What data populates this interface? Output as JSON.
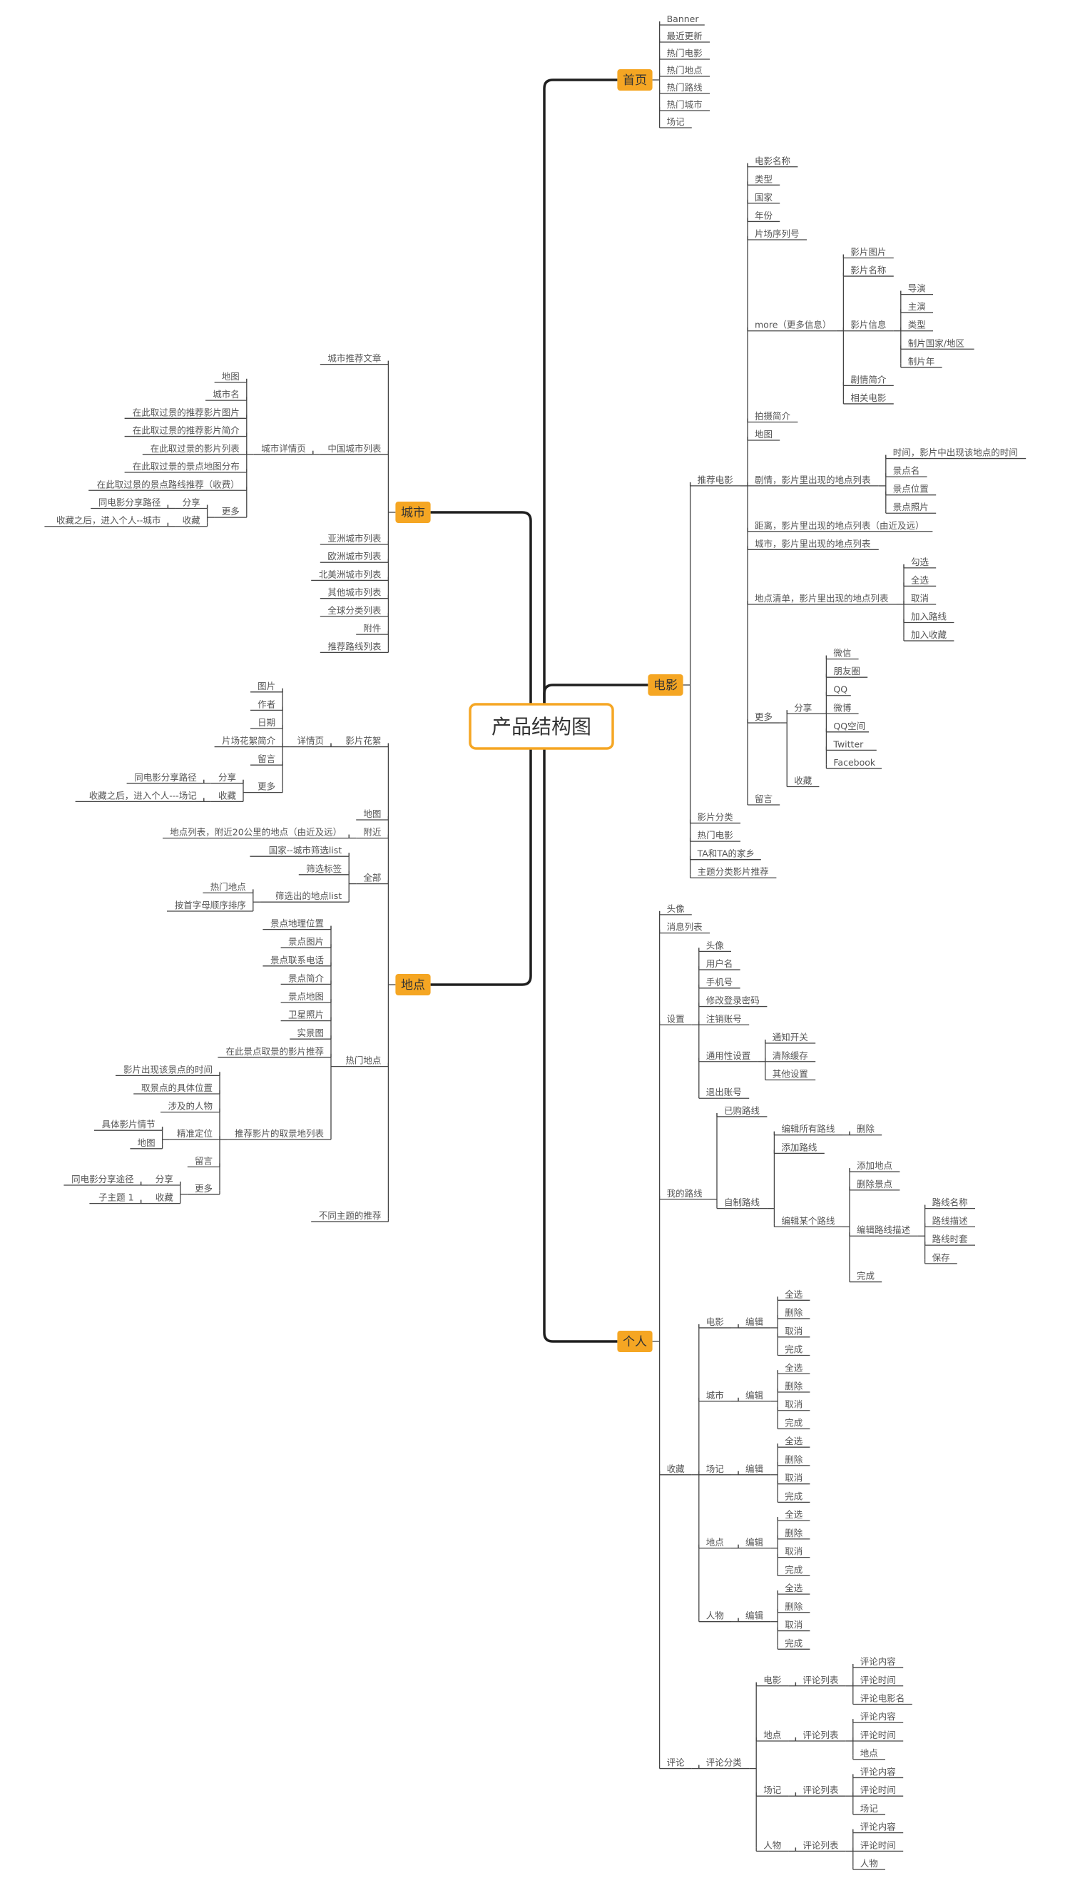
{
  "colors": {
    "accent": "#f5a623",
    "line": "#444444",
    "text": "#555555"
  },
  "root": {
    "label": "产品结构图"
  },
  "branches": [
    {
      "label": "首页",
      "children": [
        {
          "label": "Banner"
        },
        {
          "label": "最近更新"
        },
        {
          "label": "热门电影"
        },
        {
          "label": "热门地点"
        },
        {
          "label": "热门路线"
        },
        {
          "label": "热门城市"
        },
        {
          "label": "场记"
        }
      ]
    },
    {
      "label": "电影",
      "children": [
        {
          "label": "推荐电影",
          "children": [
            {
              "label": "电影名称"
            },
            {
              "label": "类型"
            },
            {
              "label": "国家"
            },
            {
              "label": "年份"
            },
            {
              "label": "片场序列号"
            },
            {
              "label": "more（更多信息）",
              "children": [
                {
                  "label": "影片图片"
                },
                {
                  "label": "影片名称"
                },
                {
                  "label": "影片信息",
                  "children": [
                    {
                      "label": "导演"
                    },
                    {
                      "label": "主演"
                    },
                    {
                      "label": "类型"
                    },
                    {
                      "label": "制片国家/地区"
                    },
                    {
                      "label": "制片年"
                    }
                  ]
                },
                {
                  "label": "剧情简介"
                },
                {
                  "label": "相关电影"
                }
              ]
            },
            {
              "label": "拍摄简介"
            },
            {
              "label": "地图"
            },
            {
              "label": "剧情，影片里出现的地点列表",
              "children": [
                {
                  "label": "时间，影片中出现该地点的时间"
                },
                {
                  "label": "景点名"
                },
                {
                  "label": "景点位置"
                },
                {
                  "label": "景点照片"
                }
              ]
            },
            {
              "label": "距离，影片里出现的地点列表（由近及远）"
            },
            {
              "label": "城市，影片里出现的地点列表"
            },
            {
              "label": "地点清单，影片里出现的地点列表",
              "children": [
                {
                  "label": "勾选"
                },
                {
                  "label": "全选"
                },
                {
                  "label": "取消"
                },
                {
                  "label": "加入路线"
                },
                {
                  "label": "加入收藏"
                }
              ]
            },
            {
              "label": "更多",
              "children": [
                {
                  "label": "分享",
                  "children": [
                    {
                      "label": "微信"
                    },
                    {
                      "label": "朋友圈"
                    },
                    {
                      "label": "QQ"
                    },
                    {
                      "label": "微博"
                    },
                    {
                      "label": "QQ空间"
                    },
                    {
                      "label": "Twitter"
                    },
                    {
                      "label": "Facebook"
                    }
                  ]
                },
                {
                  "label": "收藏"
                }
              ]
            },
            {
              "label": "留言"
            }
          ]
        },
        {
          "label": "影片分类"
        },
        {
          "label": "热门电影"
        },
        {
          "label": "TA和TA的家乡"
        },
        {
          "label": "主题分类影片推荐"
        }
      ]
    },
    {
      "label": "个人",
      "children": [
        {
          "label": "头像"
        },
        {
          "label": "消息列表"
        },
        {
          "label": "设置",
          "children": [
            {
              "label": "头像"
            },
            {
              "label": "用户名"
            },
            {
              "label": "手机号"
            },
            {
              "label": "修改登录密码"
            },
            {
              "label": "注销账号"
            },
            {
              "label": "通用性设置",
              "children": [
                {
                  "label": "通知开关"
                },
                {
                  "label": "清除缓存"
                },
                {
                  "label": "其他设置"
                }
              ]
            },
            {
              "label": "退出账号"
            }
          ]
        },
        {
          "label": "我的路线",
          "children": [
            {
              "label": "已购路线"
            },
            {
              "label": "自制路线",
              "children": [
                {
                  "label": "编辑所有路线",
                  "children": [
                    {
                      "label": "删除"
                    }
                  ]
                },
                {
                  "label": "添加路线"
                },
                {
                  "label": "编辑某个路线",
                  "children": [
                    {
                      "label": "添加地点"
                    },
                    {
                      "label": "删除景点"
                    },
                    {
                      "label": "编辑路线描述",
                      "children": [
                        {
                          "label": "路线名称"
                        },
                        {
                          "label": "路线描述"
                        },
                        {
                          "label": "路线时套"
                        },
                        {
                          "label": "保存"
                        }
                      ]
                    },
                    {
                      "label": "完成"
                    }
                  ]
                }
              ]
            }
          ]
        },
        {
          "label": "收藏",
          "children": [
            {
              "label": "电影",
              "children": [
                {
                  "label": "编辑",
                  "children": [
                    {
                      "label": "全选"
                    },
                    {
                      "label": "删除"
                    },
                    {
                      "label": "取消"
                    },
                    {
                      "label": "完成"
                    }
                  ]
                }
              ]
            },
            {
              "label": "城市",
              "children": [
                {
                  "label": "编辑",
                  "children": [
                    {
                      "label": "全选"
                    },
                    {
                      "label": "删除"
                    },
                    {
                      "label": "取消"
                    },
                    {
                      "label": "完成"
                    }
                  ]
                }
              ]
            },
            {
              "label": "场记",
              "children": [
                {
                  "label": "编辑",
                  "children": [
                    {
                      "label": "全选"
                    },
                    {
                      "label": "删除"
                    },
                    {
                      "label": "取消"
                    },
                    {
                      "label": "完成"
                    }
                  ]
                }
              ]
            },
            {
              "label": "地点",
              "children": [
                {
                  "label": "编辑",
                  "children": [
                    {
                      "label": "全选"
                    },
                    {
                      "label": "删除"
                    },
                    {
                      "label": "取消"
                    },
                    {
                      "label": "完成"
                    }
                  ]
                }
              ]
            },
            {
              "label": "人物",
              "children": [
                {
                  "label": "编辑",
                  "children": [
                    {
                      "label": "全选"
                    },
                    {
                      "label": "删除"
                    },
                    {
                      "label": "取消"
                    },
                    {
                      "label": "完成"
                    }
                  ]
                }
              ]
            }
          ]
        },
        {
          "label": "评论",
          "children": [
            {
              "label": "评论分类",
              "children": [
                {
                  "label": "电影",
                  "children": [
                    {
                      "label": "评论列表",
                      "children": [
                        {
                          "label": "评论内容"
                        },
                        {
                          "label": "评论时间"
                        },
                        {
                          "label": "评论电影名"
                        }
                      ]
                    }
                  ]
                },
                {
                  "label": "地点",
                  "children": [
                    {
                      "label": "评论列表",
                      "children": [
                        {
                          "label": "评论内容"
                        },
                        {
                          "label": "评论时间"
                        },
                        {
                          "label": "地点"
                        }
                      ]
                    }
                  ]
                },
                {
                  "label": "场记",
                  "children": [
                    {
                      "label": "评论列表",
                      "children": [
                        {
                          "label": "评论内容"
                        },
                        {
                          "label": "评论时间"
                        },
                        {
                          "label": "场记"
                        }
                      ]
                    }
                  ]
                },
                {
                  "label": "人物",
                  "children": [
                    {
                      "label": "评论列表",
                      "children": [
                        {
                          "label": "评论内容"
                        },
                        {
                          "label": "评论时间"
                        },
                        {
                          "label": "人物"
                        }
                      ]
                    }
                  ]
                }
              ]
            }
          ]
        }
      ]
    },
    {
      "label": "城市",
      "children": [
        {
          "label": "城市推荐文章"
        },
        {
          "label": "中国城市列表",
          "children": [
            {
              "label": "城市详情页",
              "children": [
                {
                  "label": "地图"
                },
                {
                  "label": "城市名"
                },
                {
                  "label": "在此取过景的推荐影片图片"
                },
                {
                  "label": "在此取过景的推荐影片简介"
                },
                {
                  "label": "在此取过景的影片列表"
                },
                {
                  "label": "在此取过景的景点地图分布"
                },
                {
                  "label": "在此取过景的景点路线推荐（收费）"
                },
                {
                  "label": "更多",
                  "children": [
                    {
                      "label": "分享",
                      "children": [
                        {
                          "label": "同电影分享路径"
                        }
                      ]
                    },
                    {
                      "label": "收藏",
                      "children": [
                        {
                          "label": "收藏之后，进入个人--城市"
                        }
                      ]
                    }
                  ]
                }
              ]
            }
          ]
        },
        {
          "label": "亚洲城市列表"
        },
        {
          "label": "欧洲城市列表"
        },
        {
          "label": "北美洲城市列表"
        },
        {
          "label": "其他城市列表"
        },
        {
          "label": "全球分类列表"
        },
        {
          "label": "附件"
        },
        {
          "label": "推荐路线列表"
        }
      ]
    },
    {
      "label": "地点",
      "children": [
        {
          "label": "影片花絮",
          "children": [
            {
              "label": "详情页",
              "children": [
                {
                  "label": "图片"
                },
                {
                  "label": "作者"
                },
                {
                  "label": "日期"
                },
                {
                  "label": "片场花絮简介"
                },
                {
                  "label": "留言"
                },
                {
                  "label": "更多",
                  "children": [
                    {
                      "label": "分享",
                      "children": [
                        {
                          "label": "同电影分享路径"
                        }
                      ]
                    },
                    {
                      "label": "收藏",
                      "children": [
                        {
                          "label": "收藏之后，进入个人---场记"
                        }
                      ]
                    }
                  ]
                }
              ]
            }
          ]
        },
        {
          "label": "地图"
        },
        {
          "label": "附近",
          "children": [
            {
              "label": "地点列表，附近20公里的地点（由近及远）"
            }
          ]
        },
        {
          "label": "全部",
          "children": [
            {
              "label": "国家--城市筛选list"
            },
            {
              "label": "筛选标签"
            },
            {
              "label": "筛选出的地点list",
              "children": [
                {
                  "label": "热门地点"
                },
                {
                  "label": "按首字母顺序排序"
                }
              ]
            }
          ]
        },
        {
          "label": "热门地点",
          "children": [
            {
              "label": "景点地理位置"
            },
            {
              "label": "景点图片"
            },
            {
              "label": "景点联系电话"
            },
            {
              "label": "景点简介"
            },
            {
              "label": "景点地图"
            },
            {
              "label": "卫星照片"
            },
            {
              "label": "实景图"
            },
            {
              "label": "在此景点取景的影片推荐"
            },
            {
              "label": "推荐影片的取景地列表",
              "children": [
                {
                  "label": "影片出现该景点的时间"
                },
                {
                  "label": "取景点的具体位置"
                },
                {
                  "label": "涉及的人物"
                },
                {
                  "label": "精准定位",
                  "children": [
                    {
                      "label": "具体影片情节"
                    },
                    {
                      "label": "地图"
                    }
                  ]
                },
                {
                  "label": "留言"
                },
                {
                  "label": "更多",
                  "children": [
                    {
                      "label": "分享",
                      "children": [
                        {
                          "label": "同电影分享途径"
                        }
                      ]
                    },
                    {
                      "label": "收藏",
                      "children": [
                        {
                          "label": "子主题 1"
                        }
                      ]
                    }
                  ]
                }
              ]
            }
          ]
        },
        {
          "label": "不同主题的推荐"
        }
      ]
    }
  ]
}
